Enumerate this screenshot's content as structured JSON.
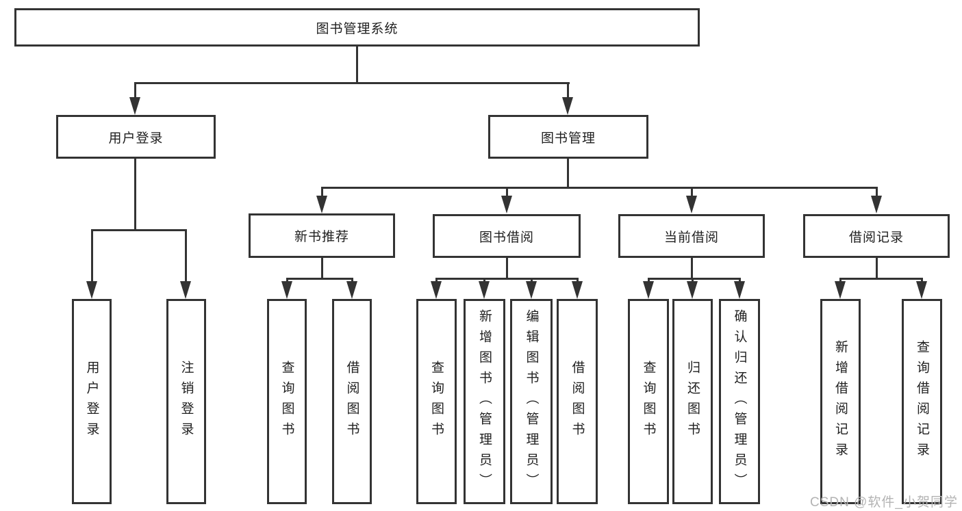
{
  "diagram": {
    "root": {
      "label": "图书管理系统"
    },
    "level2": [
      {
        "label": "用户登录"
      },
      {
        "label": "图书管理"
      }
    ],
    "level3": [
      {
        "label": "新书推荐"
      },
      {
        "label": "图书借阅"
      },
      {
        "label": "当前借阅"
      },
      {
        "label": "借阅记录"
      }
    ],
    "leaves": [
      {
        "label": "用户登录"
      },
      {
        "label": "注销登录"
      },
      {
        "label": "查询图书"
      },
      {
        "label": "借阅图书"
      },
      {
        "label": "查询图书"
      },
      {
        "label": "新增图书（管理员）"
      },
      {
        "label": "编辑图书（管理员）"
      },
      {
        "label": "借阅图书"
      },
      {
        "label": "查询图书"
      },
      {
        "label": "归还图书"
      },
      {
        "label": "确认归还（管理员）"
      },
      {
        "label": "新增借阅记录"
      },
      {
        "label": "查询借阅记录"
      }
    ],
    "watermark": "CSDN @软件_小贺同学",
    "colors": {
      "line": "#333333",
      "text": "#1f1f1f",
      "watermark": "#b3b3b3",
      "background": "#ffffff"
    }
  }
}
